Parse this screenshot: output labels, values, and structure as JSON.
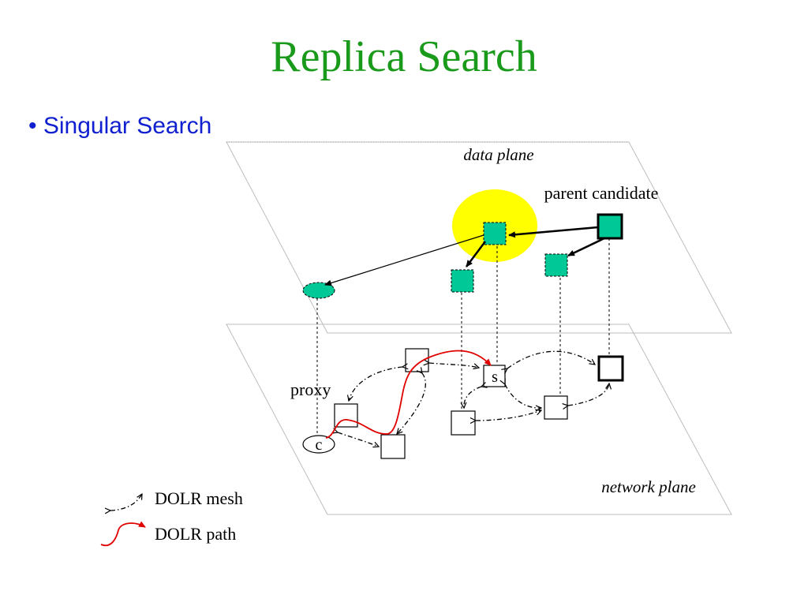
{
  "slide": {
    "title": "Replica Search",
    "bullet": "• Singular Search"
  },
  "diagram": {
    "data_plane_label": "data plane",
    "network_plane_label": "network plane",
    "parent_candidate_label": "parent candidate",
    "proxy_label": "proxy",
    "client_label": "c",
    "source_label": "s"
  },
  "legend": {
    "mesh_label": "DOLR mesh",
    "path_label": "DOLR path"
  },
  "colors": {
    "title": "#1a9a1a",
    "bullet": "#1020d0",
    "replica_fill": "#00c896",
    "highlight": "#ffff00",
    "dolr_path": "#e00000"
  }
}
